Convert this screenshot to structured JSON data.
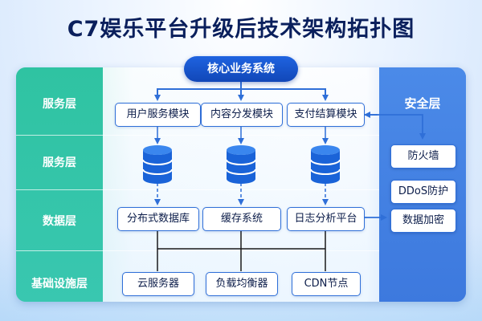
{
  "title": "C7娱乐平台升级后技术架构拓扑图",
  "core": "核心业务系统",
  "layers": [
    {
      "label": "服务层"
    },
    {
      "label": "服务层"
    },
    {
      "label": "数据层"
    },
    {
      "label": "基础设施层"
    }
  ],
  "service_modules": [
    "用户服务模块",
    "内容分发模块",
    "支付结算模块"
  ],
  "data_modules": [
    "分布式数据库",
    "缓存系统",
    "日志分析平台"
  ],
  "infra_modules": [
    "云服务器",
    "负载均衡器",
    "CDN节点"
  ],
  "security": {
    "title": "安全层",
    "items": [
      "防火墙",
      "DDoS防护",
      "数据加密"
    ]
  },
  "colors": {
    "title": "#0a1f5c",
    "layer_green": "#2fc3a2",
    "security_blue": "#3d79de",
    "core_blue": "#1147b8",
    "line_blue": "#2f6fd8",
    "db_blue": "#1a63d8"
  },
  "icons": [
    "database-icon",
    "database-icon",
    "database-icon"
  ]
}
